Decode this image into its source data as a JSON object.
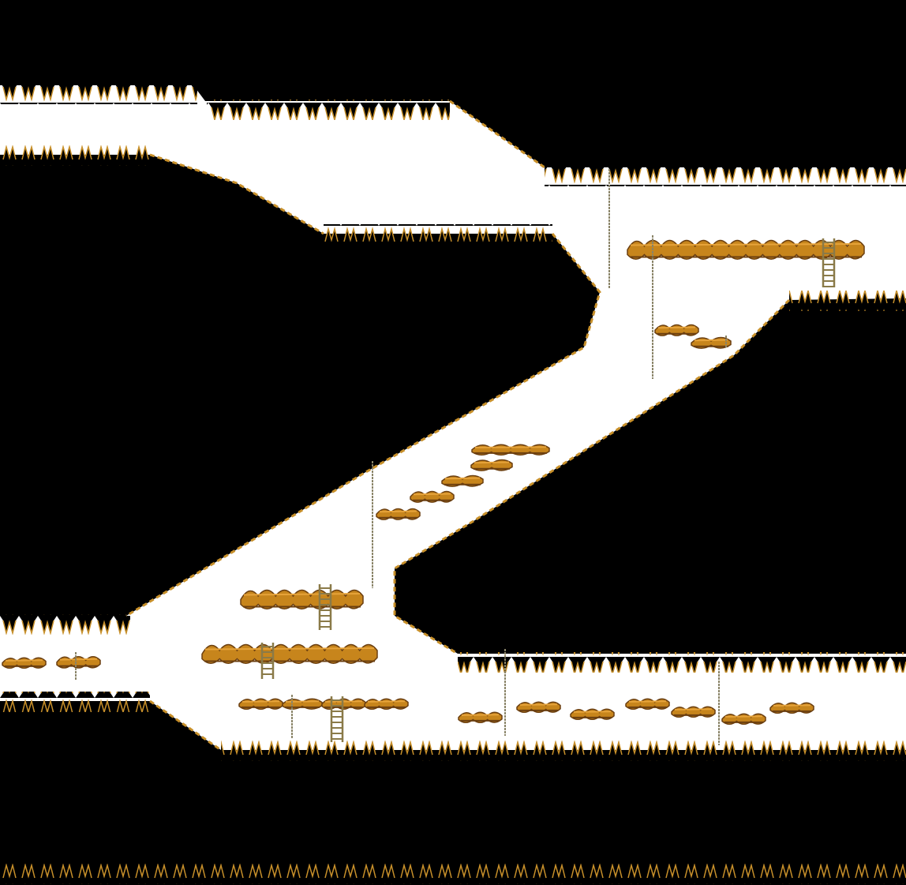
{
  "map": {
    "type": "2d-platformer-cave-map",
    "colors": {
      "rock": "#000000",
      "air": "#ffffff",
      "edge": "#c8902a",
      "edge_dark": "#3a2a14",
      "platform": "#c7851c",
      "platform_dark": "#6b3f10",
      "platform_light": "#e6a33a",
      "rope": "#8a8468",
      "ladder": "#8a7a48"
    },
    "regions": [
      {
        "id": "upper-left-wall",
        "name": "upper-left-rock"
      },
      {
        "id": "upper-right-wall",
        "name": "upper-right-rock"
      },
      {
        "id": "left-central-wall",
        "name": "left-central-rock"
      },
      {
        "id": "right-central-wall",
        "name": "right-central-rock"
      },
      {
        "id": "bottom-wall",
        "name": "bottom-rock"
      }
    ],
    "platforms_count": 24,
    "ropes_count": 8,
    "ladders_count": 5
  }
}
